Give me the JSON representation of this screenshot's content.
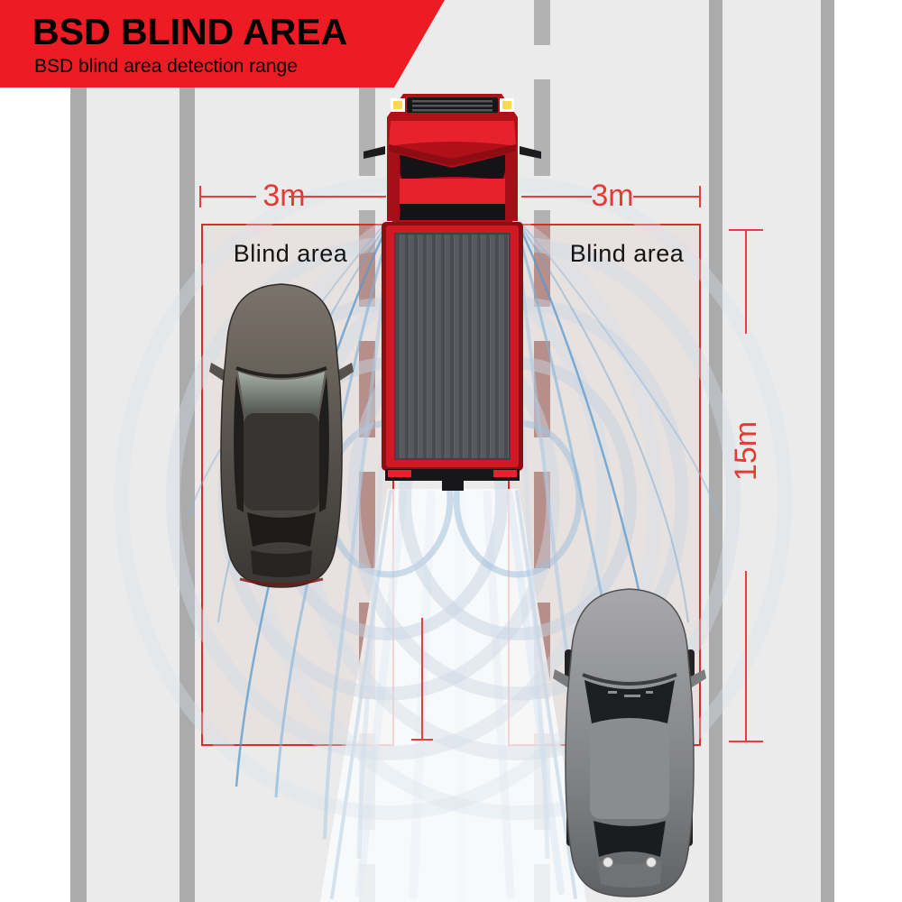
{
  "banner": {
    "title": "BSD BLIND AREA",
    "subtitle": "BSD blind area detection range"
  },
  "blind_areas": {
    "left_label": "Blind area",
    "right_label": "Blind area"
  },
  "measurements": {
    "left_gap": "3m",
    "right_gap": "3m",
    "length": "15m"
  },
  "vehicles": {
    "truck": "red truck top view",
    "left_car": "dark gray sedan top view",
    "right_car": "silver sedan top view"
  },
  "colors": {
    "banner_red": "#ed1c24",
    "dimension_red": "#e54040",
    "blind_area_border": "#dd2a2a",
    "road_gray": "#ebebeb",
    "lane_line_gray": "#ababab",
    "lane_dash_gray": "#b2b2b2",
    "lane_dash_tinted": "#b5908d",
    "radar_blue": "#6ba4d3",
    "truck_red": "#d01a23"
  }
}
